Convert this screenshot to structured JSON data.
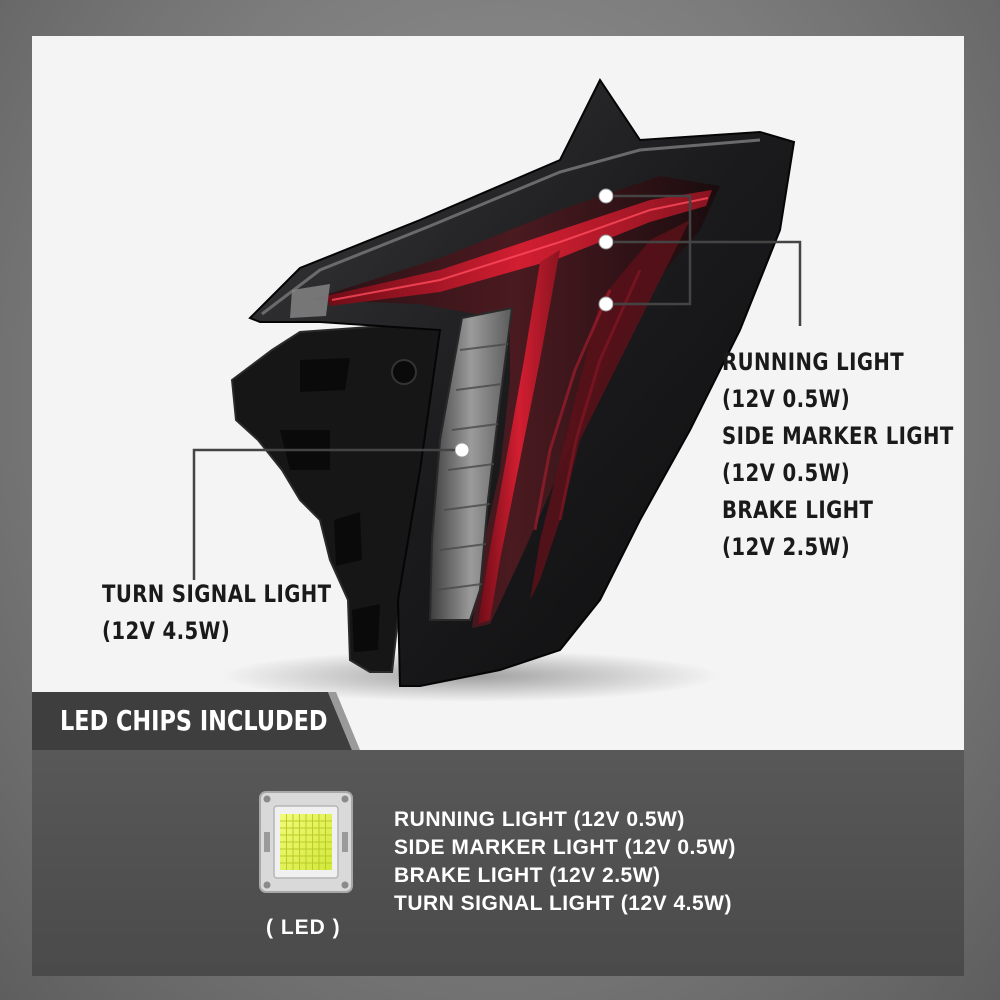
{
  "callouts": {
    "right": [
      "RUNNING LIGHT",
      "(12V 0.5W)",
      "SIDE MARKER LIGHT",
      "(12V 0.5W)",
      "BRAKE LIGHT",
      "(12V 2.5W)"
    ],
    "left": [
      "TURN SIGNAL LIGHT",
      "(12V 4.5W)"
    ]
  },
  "banner": {
    "text": "LED CHIPS INCLUDED"
  },
  "chip": {
    "label": "( LED )"
  },
  "led_list": [
    "RUNNING LIGHT (12V 0.5W)",
    "SIDE MARKER LIGHT (12V 0.5W)",
    "BRAKE LIGHT (12V 2.5W)",
    "TURN SIGNAL LIGHT (12V 4.5W)"
  ],
  "colors": {
    "panel_light": "#f4f4f4",
    "panel_dark": "#4e4e4e",
    "led_red": "#c21a2a",
    "chip_yellow": "#e4f25a"
  },
  "icons": [
    "tail-light-image",
    "led-chip-icon"
  ]
}
